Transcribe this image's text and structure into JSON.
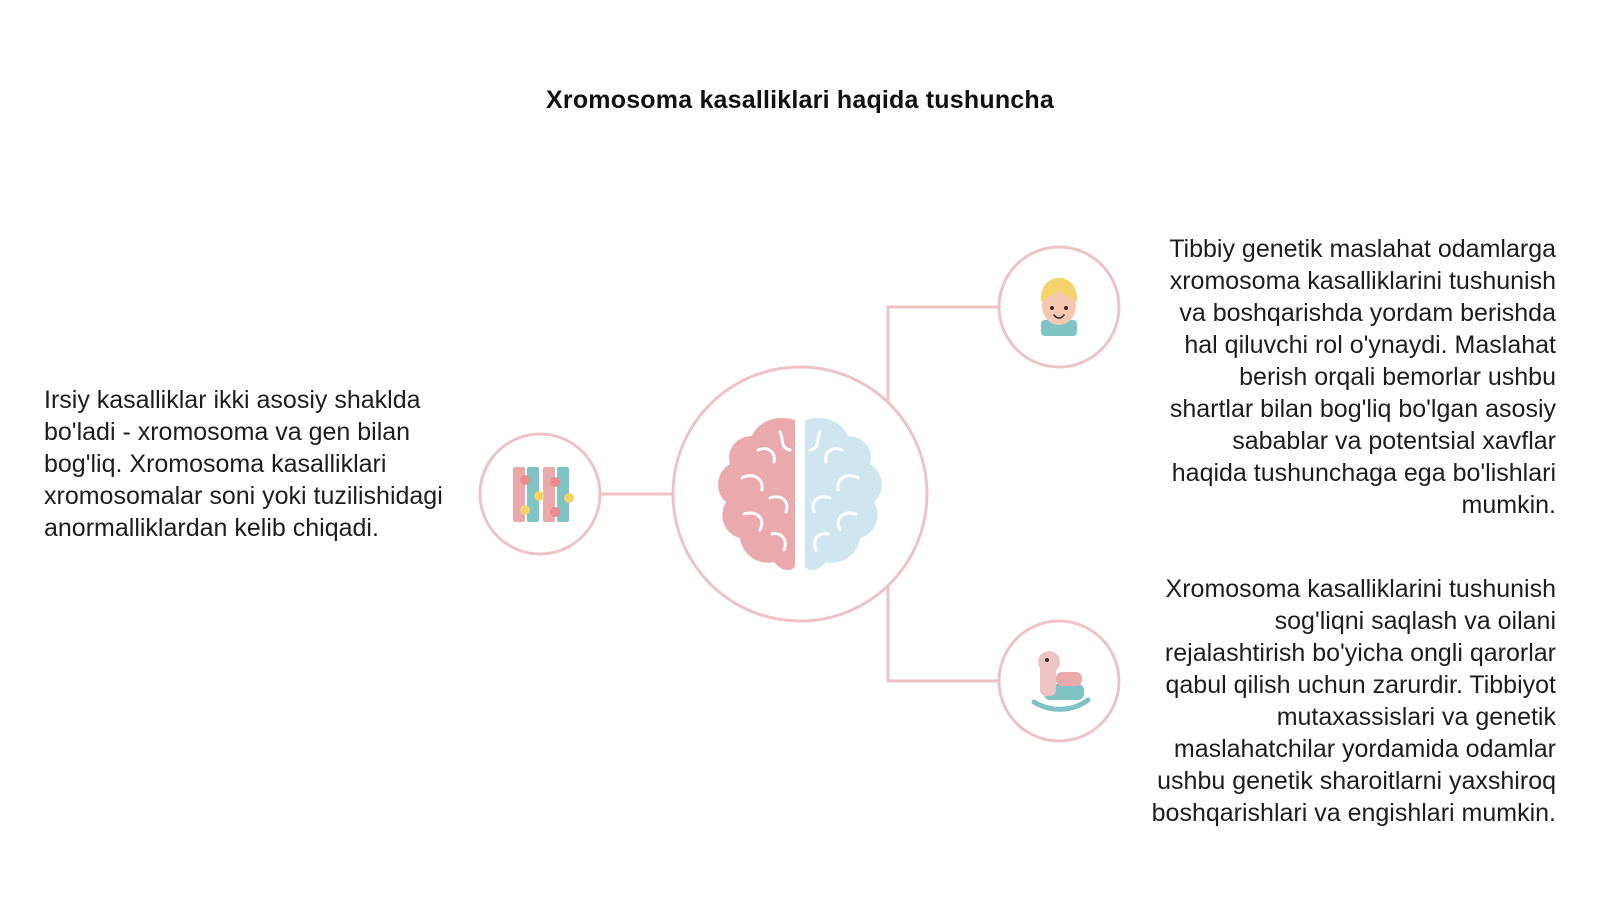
{
  "title": "Xromosoma kasalliklari haqida tushuncha",
  "left_node": {
    "icon": "chromosome-icon",
    "text": "Irsiy kasalliklar ikki asosiy shaklda bo'ladi - xromosoma va gen bilan bog'liq. Xromosoma kasalliklari xromosomalar soni yoki tuzilishidagi anormalliklardan kelib chiqadi."
  },
  "center_node": {
    "icon": "brain-icon"
  },
  "right_top_node": {
    "icon": "baby-face-icon",
    "text": "Tibbiy genetik maslahat odamlarga xromosoma kasalliklarini tushunish va boshqarishda yordam berishda hal qiluvchi rol o'ynaydi. Maslahat berish orqali bemorlar ushbu shartlar bilan bog'liq bo'lgan asosiy sabablar va potentsial xavflar haqida tushunchaga ega bo'lishlari mumkin."
  },
  "right_bottom_node": {
    "icon": "rocking-horse-icon",
    "text": "Xromosoma kasalliklarini tushunish sog'liqni saqlash va oilani rejalashtirish bo'yicha ongli qarorlar qabul qilish uchun zarurdir. Tibbiyot mutaxassislari va genetik maslahatchilar yordamida odamlar ushbu genetik sharoitlarni yaxshiroq boshqarishlari va engishlari mumkin."
  },
  "colors": {
    "accent_pink": "#eec3c6",
    "brain_pink": "#eaa9ac",
    "brain_blue": "#cfe6ee",
    "teal": "#7fc3c4",
    "hair_yellow": "#f4d36b"
  }
}
